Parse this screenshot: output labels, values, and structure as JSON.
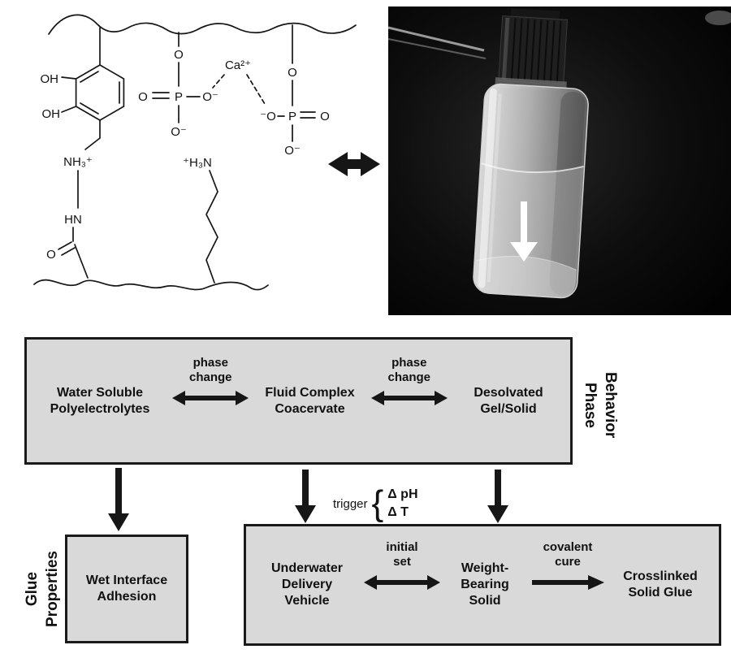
{
  "molecule": {
    "labels": {
      "hydroxyl_1": "OH",
      "hydroxyl_2": "OH",
      "ammonium_side": "NH₃⁺",
      "amide_nh": "HN",
      "carbonyl_o": "O",
      "ammonium_free": "⁺H₃N",
      "calcium": "Ca²⁺",
      "phosphate_1": {
        "p": "P",
        "top": "O",
        "left": "O",
        "right": "O⁻",
        "bottom": "O⁻"
      },
      "phosphate_2": {
        "p": "P",
        "top": "O",
        "left": "⁻O",
        "right": "O",
        "bottom": "O⁻"
      }
    }
  },
  "phase_behavior": {
    "side_label": "Phase\nBehavior",
    "nodes": [
      {
        "label": "Water Soluble Polyelectrolytes"
      },
      {
        "label": "Fluid Complex Coacervate"
      },
      {
        "label": "Desolvated Gel/Solid"
      }
    ],
    "transitions": [
      {
        "label": "phase change"
      },
      {
        "label": "phase change"
      }
    ]
  },
  "trigger": {
    "label": "trigger",
    "brace": "{",
    "conditions": [
      "Δ pH",
      "Δ T"
    ]
  },
  "glue_properties": {
    "side_label": "Glue\nProperties",
    "adhesion_node": "Wet Interface Adhesion",
    "nodes": [
      {
        "label": "Underwater Delivery Vehicle"
      },
      {
        "label": "Weight-Bearing Solid"
      },
      {
        "label": "Crosslinked Solid Glue"
      }
    ],
    "transitions": [
      {
        "label": "initial set"
      },
      {
        "label": "covalent cure"
      }
    ]
  },
  "colors": {
    "box_fill": "#d9d9d9",
    "box_border": "#1a1a1a",
    "arrow": "#161616",
    "text": "#111111",
    "photo_background": "#0a0a0a"
  }
}
